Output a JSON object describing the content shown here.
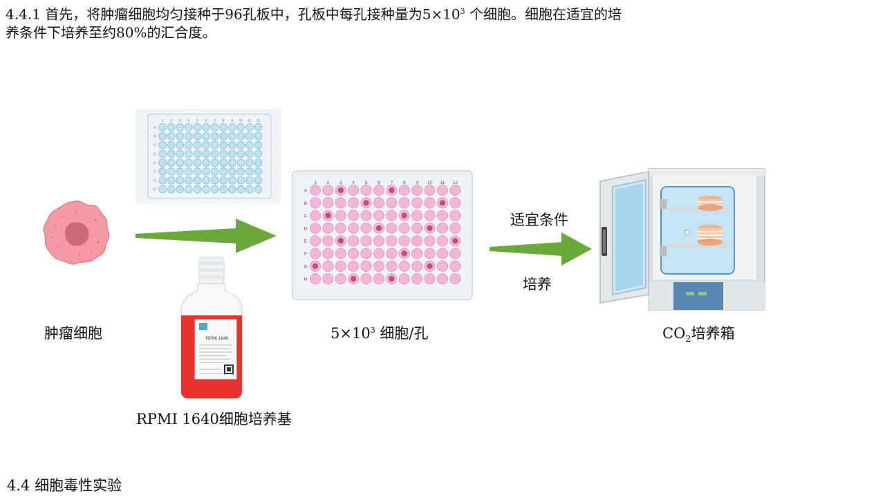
{
  "intro": {
    "line1_part1": "4.4.1  首先，将肿瘤细胞均匀接种于96孔板中，孔板中每孔接种量为5×10",
    "line1_sup": "3",
    "line1_part2": "  个细胞。细胞在适宜的培",
    "line2": "养条件下培养至约80%的汇合度。"
  },
  "labels": {
    "tumor_cells": "肿瘤细胞",
    "medium": "RPMI 1640细胞培养基",
    "seeding_prefix": "5×10",
    "seeding_sup": "3",
    "seeding_suffix": " 细胞/孔",
    "condition_top": "适宜条件",
    "condition_bottom": "培养",
    "incubator_co": "CO",
    "incubator_sub": "2",
    "incubator_suffix": "培养箱"
  },
  "plate": {
    "columns": [
      "1",
      "2",
      "3",
      "4",
      "5",
      "6",
      "7",
      "8",
      "9",
      "10",
      "11",
      "12"
    ],
    "rows": [
      "A",
      "B",
      "C",
      "D",
      "E",
      "F",
      "G",
      "H"
    ]
  },
  "bottle": {
    "brand": "RPMI 1640"
  },
  "section": {
    "title": "4.4 细胞毒性实验"
  },
  "colors": {
    "arrow_green": "#6aa83c",
    "tumor_pink": "#f28c95",
    "well_pink": "#f2b6d8",
    "well_dark": "#c0507a",
    "plate_blue": "#bfe3f0",
    "medium_red": "#e8322c"
  }
}
